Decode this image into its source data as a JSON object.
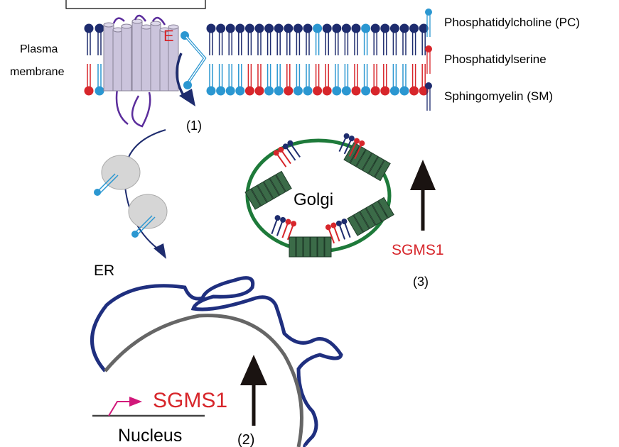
{
  "labels": {
    "plasma_membrane_line1": "Plasma",
    "plasma_membrane_line2": "membrane",
    "protein_letter": "E",
    "step1": "(1)",
    "step2": "(2)",
    "step3": "(3)",
    "golgi": "Golgi",
    "er": "ER",
    "nucleus": "Nucleus",
    "sgms1_nucleus": "SGMS1",
    "sgms1_golgi": "SGMS1"
  },
  "legend": [
    {
      "label": "Phosphatidylcholine (PC)",
      "color": "#2b97d1"
    },
    {
      "label": "Phosphatidylserine",
      "color": "#d7262b"
    },
    {
      "label": "Sphingomyelin (SM)",
      "color": "#1e2c6e"
    }
  ],
  "colors": {
    "pc": "#2b97d1",
    "ps": "#d7262b",
    "sm": "#1e2c6e",
    "er": "#1f2f7f",
    "nucleus": "#666666",
    "golgi": "#1e7a3a",
    "protein": "#cbc4dc",
    "loop": "#5b2d9c",
    "sgms1": "#d7262b",
    "promoter": "#d1177a"
  }
}
